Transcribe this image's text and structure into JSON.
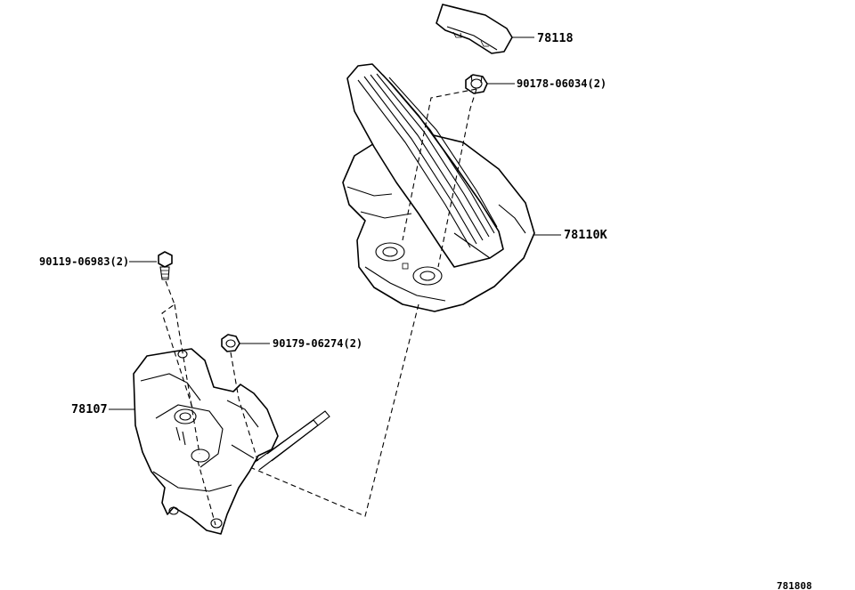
{
  "callouts": {
    "pad_cover": "78118",
    "pedal_nut": "90178-06034(2)",
    "pedal_assembly": "78110K",
    "bracket_bolt": "90119-06983(2)",
    "bracket_nut": "90179-06274(2)",
    "bracket": "78107"
  },
  "figure_id": "781808"
}
